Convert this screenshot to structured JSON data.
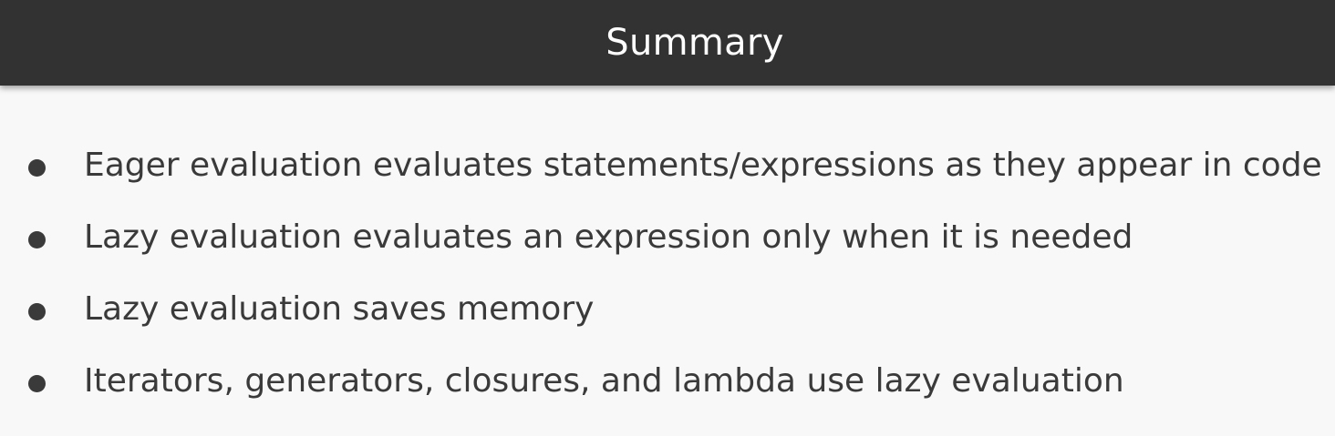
{
  "header": {
    "title": "Summary"
  },
  "bullets": [
    {
      "text": "Eager evaluation evaluates statements/expressions as they appear in code"
    },
    {
      "text": "Lazy evaluation evaluates an expression only when it is needed"
    },
    {
      "text": "Lazy evaluation saves memory"
    },
    {
      "text": "Iterators, generators, closures, and lambda use lazy evaluation"
    }
  ],
  "colors": {
    "header_background": "#323232",
    "page_background": "#f8f8f8",
    "text": "#3a3a3a",
    "title_text": "#ffffff"
  },
  "icons": {
    "bullet": "bullet-dot-icon"
  }
}
